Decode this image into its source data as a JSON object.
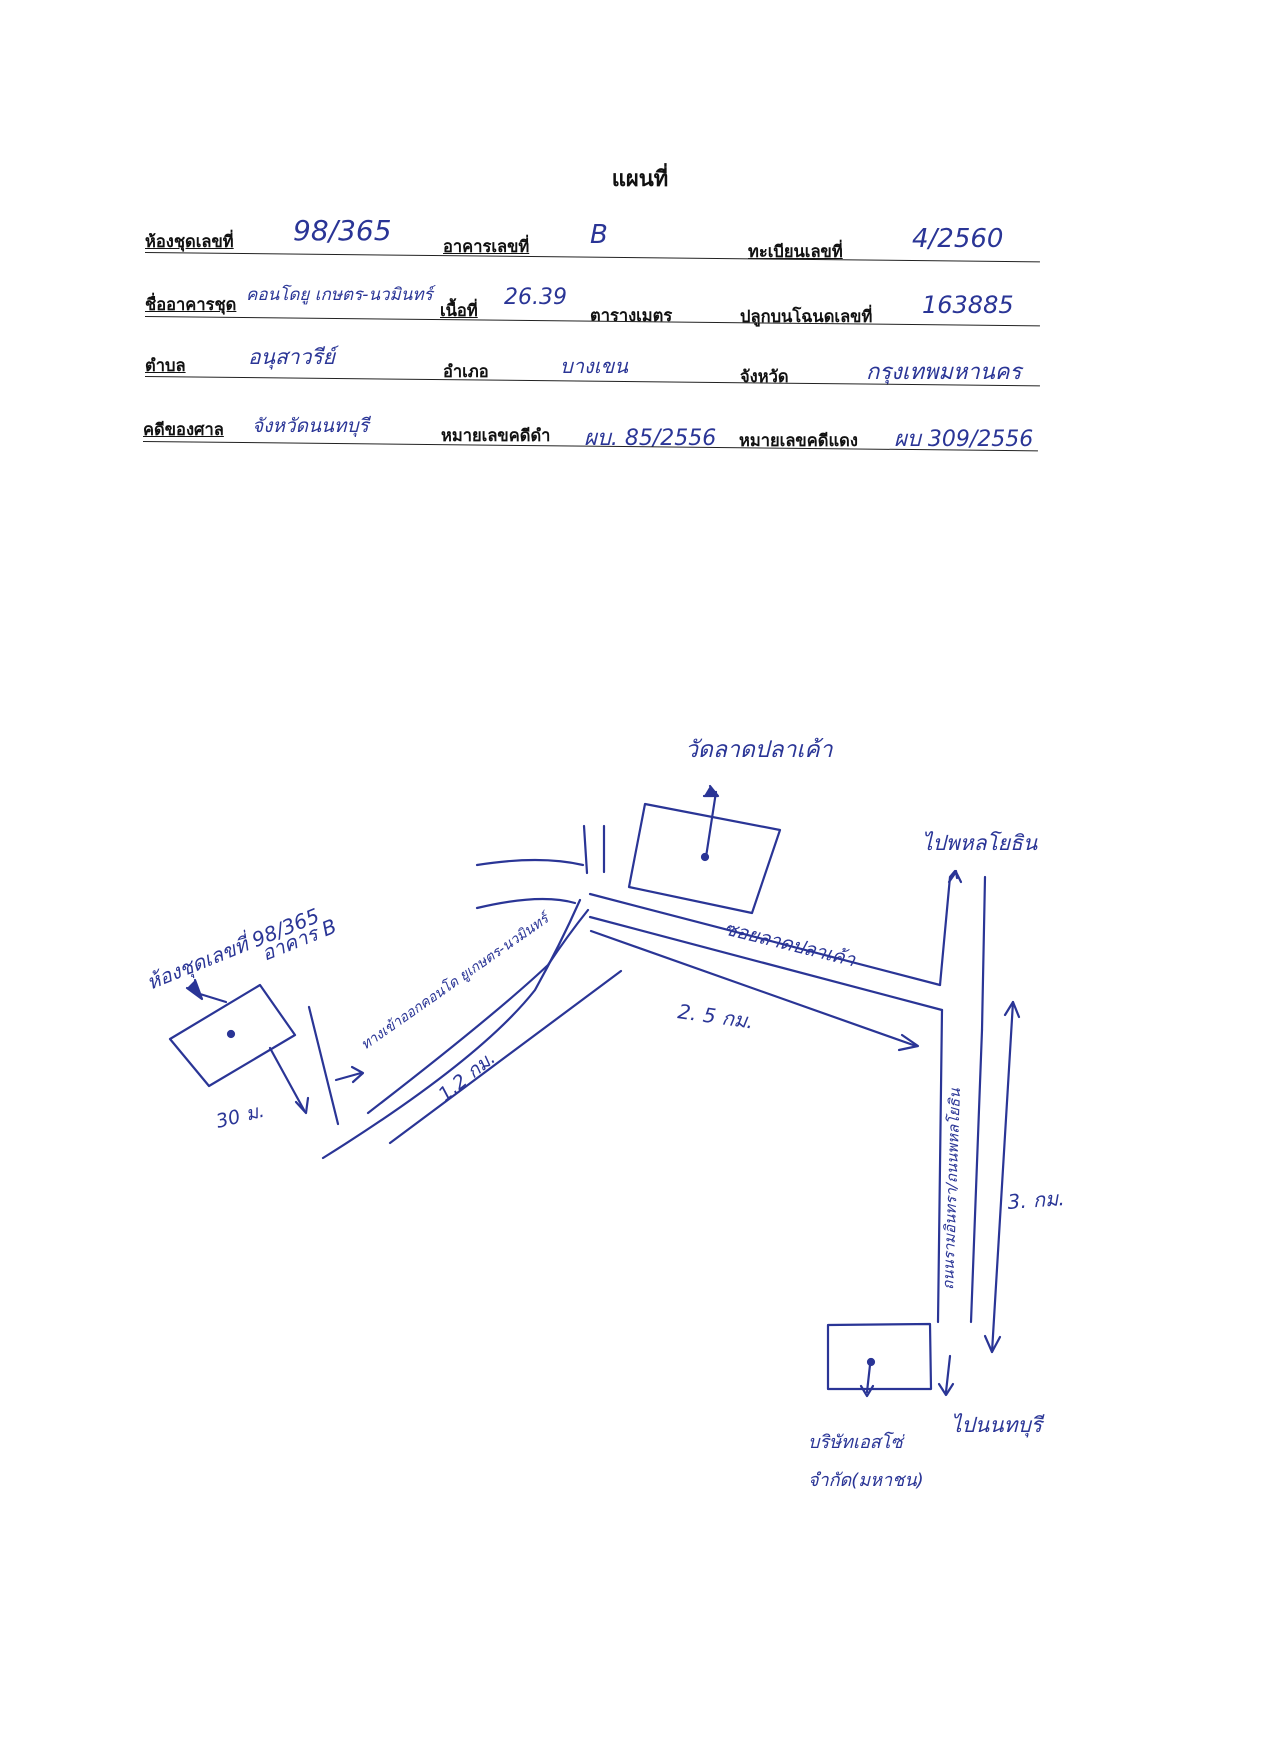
{
  "document": {
    "title": "แผนที่"
  },
  "form": {
    "unit_no_label": "ห้องชุดเลขที่",
    "unit_no_value": "98/365",
    "building_label": "อาคารเลขที่",
    "building_value": "B",
    "registration_label": "ทะเบียนเลขที่",
    "registration_value": "4/2560",
    "condo_name_label": "ชื่ออาคารชุด",
    "condo_name_value": "คอนโดยู เกษตร-นวมินทร์",
    "area_label": "เนื้อที่",
    "area_value": "26.39",
    "area_unit": "ตารางเมตร",
    "title_deed_label": "ปลูกบนโฉนดเลขที่",
    "title_deed_value": "163885",
    "subdistrict_label": "ตำบล",
    "subdistrict_value": "อนุสาวรีย์",
    "district_label": "อำเภอ",
    "district_value": "บางเขน",
    "province_label": "จังหวัด",
    "province_value": "กรุงเทพมหานคร",
    "court_label": "คดีของศาล",
    "court_value": "จังหวัดนนทบุรี",
    "black_case_label": "หมายเลขคดีดำ",
    "black_case_value": "ผบ. 85/2556",
    "red_case_label": "หมายเลขคดีแดง",
    "red_case_value": "ผบ 309/2556"
  },
  "map": {
    "unit_label": "ห้องชุดเลขที่ 98/365",
    "building_label": "อาคาร B",
    "condo_entrance": "ทางเข้าออกคอนโด ยูเกษตร-นวมินทร์",
    "distance_30m": "30 ม.",
    "distance_1_2km": "1.2 กม.",
    "distance_2_5km": "2. 5 กม.",
    "distance_3km": "3. กม.",
    "temple": "วัดลาดปลาเค้า",
    "soi_lat_pla_khao": "ซอยลาดปลาเค้า",
    "road_vertical": "ถนนรามอินทรา/ถนนพหลโยธิน",
    "to_north": "ไปพหลโยธิน",
    "to_south": "ไปนนทบุรี",
    "landmark_store": "บริษัทเอสโซ่",
    "landmark_store_sub": "จำกัด(มหาชน)"
  }
}
